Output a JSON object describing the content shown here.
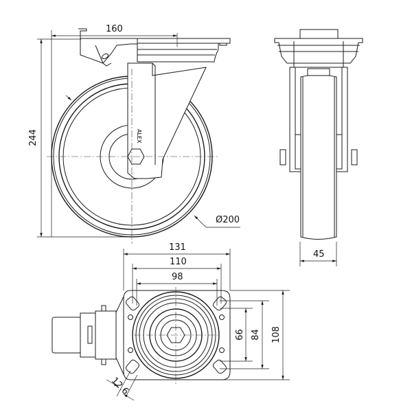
{
  "title": "Swivel castor with brake - technical drawing",
  "dimensions": {
    "plate_length": "160",
    "overall_height": "244",
    "wheel_diameter": "Ø200",
    "wheel_width": "45",
    "plate_width": "131",
    "hole_spacing_outer_x": "110",
    "hole_spacing_inner_x": "98",
    "hole_spacing_inner_y": "66",
    "hole_spacing_outer_y": "84",
    "plate_depth": "108",
    "slot_width": "12.6"
  },
  "fork_marking": "ALEX",
  "line_color": "#1a1a1a",
  "background_color": "#ffffff"
}
